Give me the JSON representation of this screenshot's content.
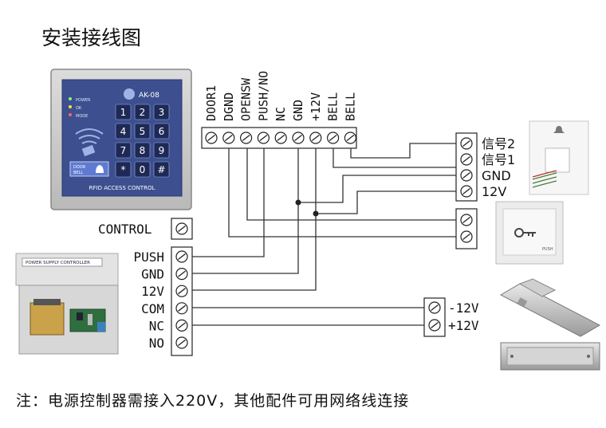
{
  "title": "安装接线图",
  "note": "注：电源控制器需接入220V，其他配件可用网络线连接",
  "keypad": {
    "model": "AK-08",
    "leds": [
      "POWER",
      "OK",
      "MODE"
    ],
    "keys": [
      "1",
      "2",
      "3",
      "4",
      "5",
      "6",
      "7",
      "8",
      "9",
      "*",
      "0",
      "#"
    ],
    "doorbell_label": [
      "DOOR",
      "BELL"
    ],
    "caption": "RFID ACCESS CONTROL"
  },
  "reader_terminals": [
    "DOOR1",
    "DGND",
    "OPENSW",
    "PUSH/NO",
    "NC",
    "GND",
    "+12V",
    "BELL",
    "BELL"
  ],
  "doorbell_terminals": [
    "信号2",
    "信号1",
    "GND",
    "12V"
  ],
  "power_supply": {
    "label": "POWER SUPPLY CONTROLLER",
    "control_label": "CONTROL",
    "terminals": [
      "PUSH",
      "GND",
      "12V",
      "COM",
      "NC",
      "NO"
    ]
  },
  "lock_terminals": [
    "-12V",
    "+12V"
  ],
  "exit_button_label": "PUSH"
}
